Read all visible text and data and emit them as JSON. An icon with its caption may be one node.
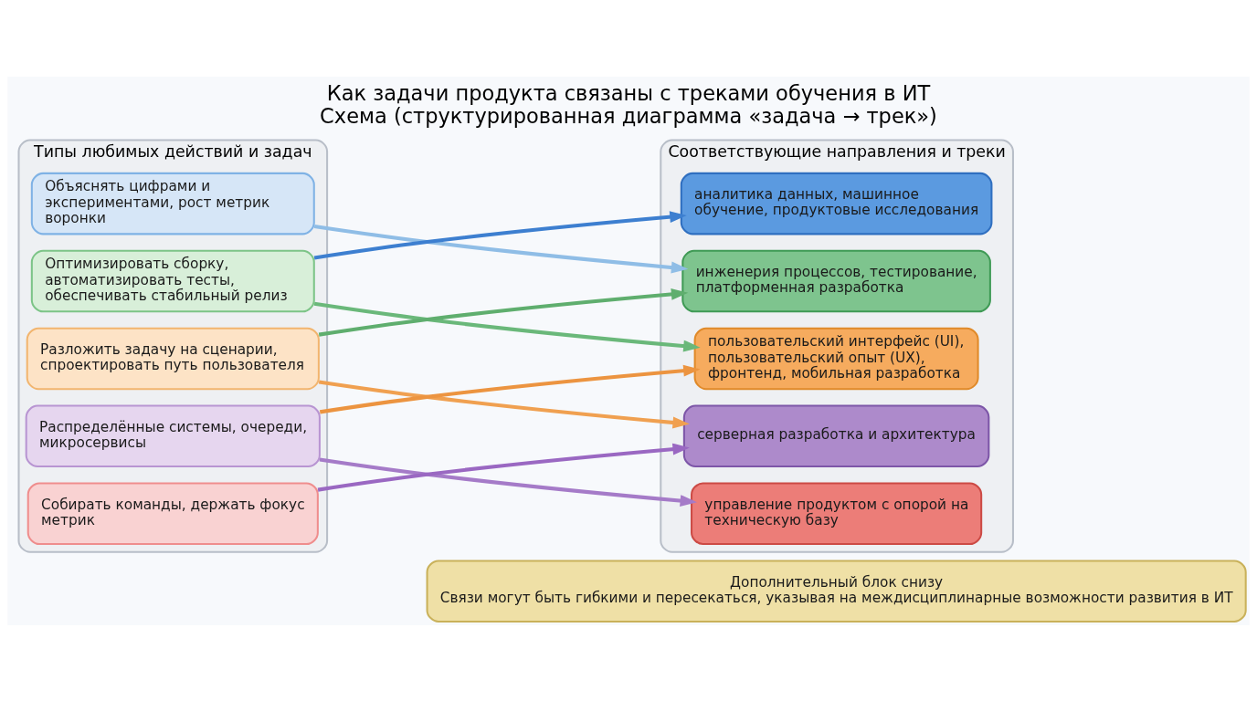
{
  "diagram": {
    "title": "Как задачи продукта связаны с треками обучения в ИТ",
    "caption": "Схема (структурированная диаграмма «задача → трек»)",
    "nodes": [
      {
        "text": [
          "Типы любимых действий и задач"
        ]
      },
      {
        "text": [
          "Объяснять цифрами и экспериментами, рост метрик воронки"
        ],
        "in": 0
      },
      {
        "text": [
          "Оптимизировать сборку, автоматизировать тесты, обеспечивать стабильный релиз"
        ],
        "in": 0
      },
      {
        "text": [
          "Разложить задачу на сценарии, спроектировать путь пользователя"
        ],
        "in": 0
      },
      {
        "text": [
          "Распределённые системы, очереди, микросервисы"
        ],
        "in": 0
      },
      {
        "text": [
          "Собирать команды, держать фокус метрик"
        ],
        "in": 0
      },
      {
        "text": [
          "Соответствующие направления и треки"
        ]
      },
      {
        "text": [
          "аналитика данных, машинное обучение, продуктовые исследования"
        ],
        "in": 6
      },
      {
        "text": [
          "инженерия процессов, тестирование, платформенная разработка"
        ],
        "in": 6
      },
      {
        "text": [
          "пользовательский интерфейс (UI), пользовательский опыт (UX), фронтенд, мобильная разработка"
        ],
        "in": 6
      },
      {
        "text": [
          "серверная разработка и архитектура"
        ],
        "in": 6
      },
      {
        "text": [
          "управление продуктом с опорой на техническую базу"
        ],
        "in": 6
      },
      {
        "text": [
          "Дополнительный блок снизу",
          "Связи могут быть гибкими и пересекаться, указывая на междисциплинарные возможности развития в ИТ"
        ]
      }
    ],
    "edges": [
      {
        "from": 1,
        "to": 8,
        "arrow": "to",
        "color": "#8fbde6"
      },
      {
        "from": 2,
        "to": 7,
        "arrow": "to",
        "color": "#3d7fd0"
      },
      {
        "from": 2,
        "to": 9,
        "arrow": "to",
        "color": "#6ab87a"
      },
      {
        "from": 3,
        "to": 8,
        "arrow": "to",
        "color": "#5fae6e"
      },
      {
        "from": 3,
        "to": 10,
        "arrow": "to",
        "color": "#f0a050"
      },
      {
        "from": 4,
        "to": 9,
        "arrow": "to",
        "color": "#ec9440"
      },
      {
        "from": 4,
        "to": 11,
        "arrow": "to",
        "color": "#a57bc8"
      },
      {
        "from": 5,
        "to": 10,
        "arrow": "to",
        "color": "#9a68c2"
      }
    ]
  }
}
